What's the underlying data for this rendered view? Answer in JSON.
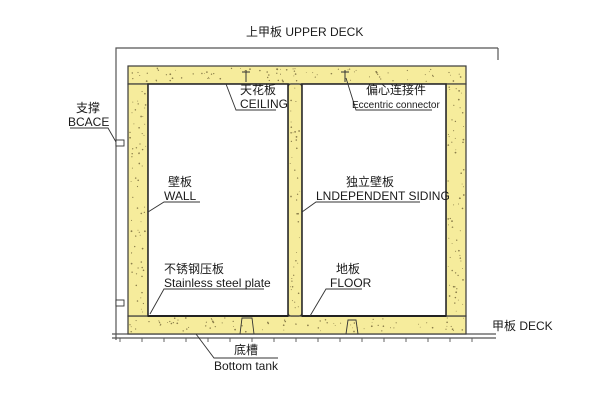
{
  "labels": {
    "upper_deck": "上甲板  UPPER DECK",
    "deck": "甲板  DECK",
    "brace_cn": "支撑",
    "brace_en": "BCACE",
    "ceiling_cn": "天花板",
    "ceiling_en": "CEILING",
    "eccentric_cn": "偏心连接件",
    "eccentric_en": "Eccentric connector",
    "wall_cn": "壁板",
    "wall_en": "WALL",
    "independent_cn": "独立壁板",
    "independent_en": "LNDEPENDENT SIDING",
    "stainless_cn": "不锈钢压板",
    "stainless_en": "Stainless steel plate",
    "floor_cn": "地板",
    "floor_en": "FLOOR",
    "bottom_cn": "底槽",
    "bottom_en": "Bottom tank"
  },
  "colors": {
    "panel_fill": "#f6ec9c",
    "outline": "#3a3a3a",
    "text": "#1a1a1a"
  }
}
